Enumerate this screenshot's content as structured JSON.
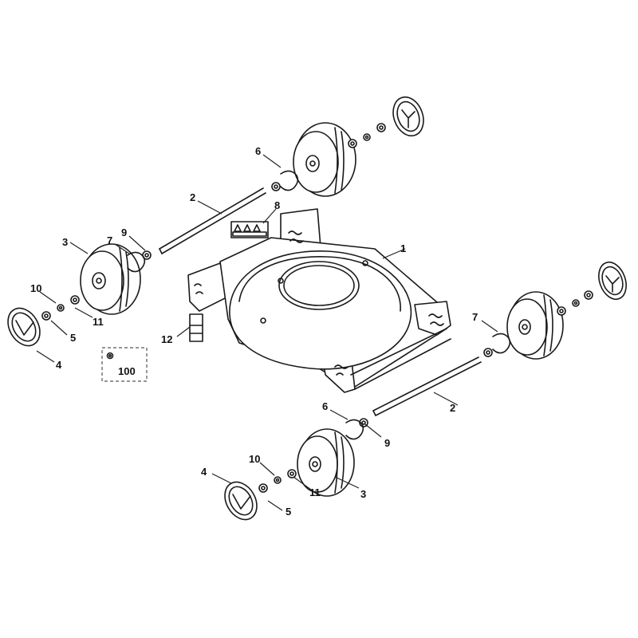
{
  "callouts": [
    {
      "id": "c1",
      "text": "1"
    },
    {
      "id": "c2a",
      "text": "2"
    },
    {
      "id": "c2b",
      "text": "2"
    },
    {
      "id": "c3a",
      "text": "3"
    },
    {
      "id": "c3b",
      "text": "3"
    },
    {
      "id": "c4a",
      "text": "4"
    },
    {
      "id": "c4b",
      "text": "4"
    },
    {
      "id": "c5a",
      "text": "5"
    },
    {
      "id": "c5b",
      "text": "5"
    },
    {
      "id": "c6a",
      "text": "6"
    },
    {
      "id": "c6b",
      "text": "6"
    },
    {
      "id": "c7a",
      "text": "7"
    },
    {
      "id": "c7b",
      "text": "7"
    },
    {
      "id": "c8",
      "text": "8"
    },
    {
      "id": "c9a",
      "text": "9"
    },
    {
      "id": "c9b",
      "text": "9"
    },
    {
      "id": "c10a",
      "text": "10"
    },
    {
      "id": "c10b",
      "text": "10"
    },
    {
      "id": "c11a",
      "text": "11"
    },
    {
      "id": "c11b",
      "text": "11"
    },
    {
      "id": "c12",
      "text": "12"
    },
    {
      "id": "c100",
      "text": "100"
    }
  ],
  "colors": {
    "stroke": "#1a1a1a",
    "background": "#ffffff"
  }
}
